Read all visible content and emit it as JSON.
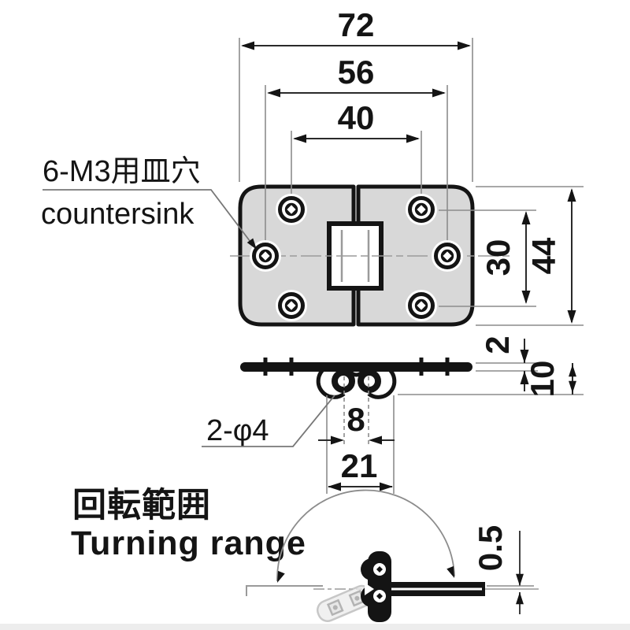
{
  "drawing": {
    "title_note": {
      "countersink_jp": "6-M3用皿穴",
      "countersink_en": "countersink"
    },
    "top_view": {
      "dim_overall_width": "72",
      "dim_hole_span_mid": "56",
      "dim_hole_span": "40",
      "dim_hole_rows": "30",
      "dim_overall_height": "44"
    },
    "side_view": {
      "dim_plate_thickness": "2",
      "dim_knuckle_drop": "10",
      "dim_pin_pitch": "8",
      "dim_knuckle_width": "21",
      "pin_note": "2-φ4"
    },
    "turning_range": {
      "label_jp": "回転範囲",
      "label_en": "Turning range",
      "dim_offset": "0.5"
    },
    "colors": {
      "line": "#141414",
      "leaf_fill": "#d8d8d8",
      "thin_line": "#8c8c8c",
      "phantom": "#b5b5b5"
    }
  }
}
